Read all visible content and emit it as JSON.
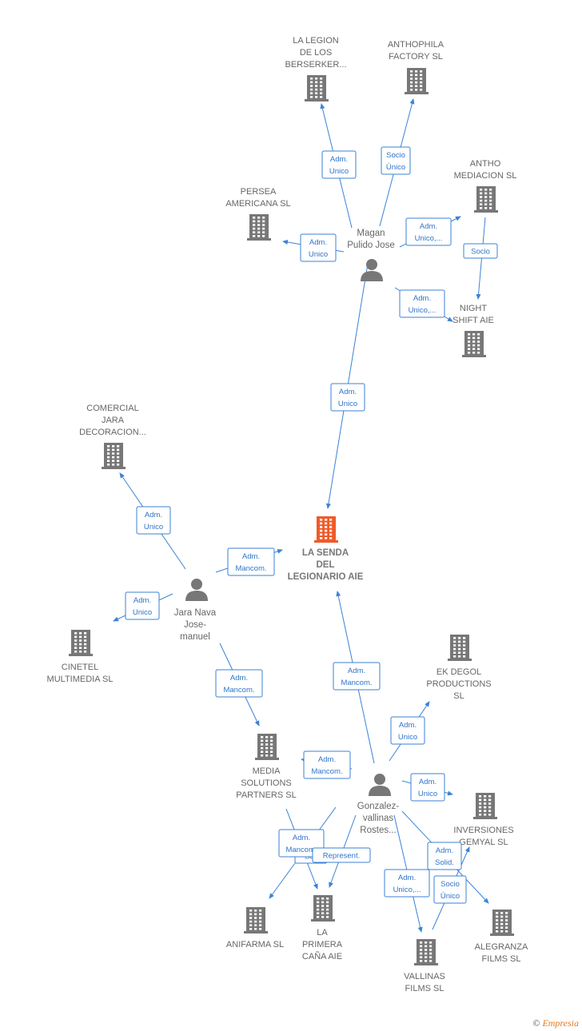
{
  "colors": {
    "edge": "#3b82d6",
    "building": "#777777",
    "focus": "#f05a28"
  },
  "nodes": [
    {
      "id": "legion",
      "type": "company",
      "label": [
        "LA LEGION",
        "DE LOS",
        "BERSERKER..."
      ]
    },
    {
      "id": "anthophila",
      "type": "company",
      "label": [
        "ANTHOPHILA",
        "FACTORY  SL"
      ]
    },
    {
      "id": "persea",
      "type": "company",
      "label": [
        "PERSEA",
        "AMERICANA SL"
      ]
    },
    {
      "id": "anthomed",
      "type": "company",
      "label": [
        "ANTHO",
        "MEDIACION  SL"
      ]
    },
    {
      "id": "magan",
      "type": "person",
      "label": [
        "Magan",
        "Pulido Jose"
      ]
    },
    {
      "id": "nightshift",
      "type": "company",
      "label": [
        "NIGHT",
        "SHIFT AIE"
      ]
    },
    {
      "id": "comercial",
      "type": "company",
      "label": [
        "COMERCIAL",
        "JARA",
        "DECORACION..."
      ]
    },
    {
      "id": "senda",
      "type": "focus",
      "label": [
        "LA SENDA",
        "DEL",
        "LEGIONARIO AIE"
      ]
    },
    {
      "id": "jara",
      "type": "person",
      "label": [
        "Jara Nava",
        "Jose-",
        "manuel"
      ]
    },
    {
      "id": "cinetel",
      "type": "company",
      "label": [
        "CINETEL",
        "MULTIMEDIA SL"
      ]
    },
    {
      "id": "ekdegol",
      "type": "company",
      "label": [
        "EK DEGOL",
        "PRODUCTIONS",
        "SL"
      ]
    },
    {
      "id": "mediasol",
      "type": "company",
      "label": [
        "MEDIA",
        "SOLUTIONS",
        "PARTNERS  SL"
      ]
    },
    {
      "id": "gonzalez",
      "type": "person",
      "label": [
        "Gonzalez-",
        "vallinas",
        "Rostes..."
      ]
    },
    {
      "id": "inversiones",
      "type": "company",
      "label": [
        "INVERSIONES",
        "GEMYAL  SL"
      ]
    },
    {
      "id": "anifarma",
      "type": "company",
      "label": [
        "ANIFARMA SL"
      ]
    },
    {
      "id": "primera",
      "type": "company",
      "label": [
        "LA",
        "PRIMERA",
        "CAÑA AIE"
      ]
    },
    {
      "id": "alegranza",
      "type": "company",
      "label": [
        "ALEGRANZA",
        "FILMS SL"
      ]
    },
    {
      "id": "vallinas",
      "type": "company",
      "label": [
        "VALLINAS",
        "FILMS  SL"
      ]
    }
  ],
  "edges": [
    {
      "from": "magan",
      "to": "legion",
      "label": [
        "Adm.",
        "Unico"
      ]
    },
    {
      "from": "magan",
      "to": "anthophila",
      "label": [
        "Socio",
        "Único"
      ]
    },
    {
      "from": "magan",
      "to": "persea",
      "label": [
        "Adm.",
        "Unico"
      ]
    },
    {
      "from": "magan",
      "to": "anthomed",
      "label": [
        "Adm.",
        "Unico,..."
      ]
    },
    {
      "from": "anthomed",
      "to": "nightshift",
      "label": [
        "Socio"
      ]
    },
    {
      "from": "magan",
      "to": "nightshift",
      "label": [
        "Adm.",
        "Unico,..."
      ]
    },
    {
      "from": "magan",
      "to": "senda",
      "label": [
        "Adm.",
        "Unico"
      ]
    },
    {
      "from": "jara",
      "to": "comercial",
      "label": [
        "Adm.",
        "Unico"
      ]
    },
    {
      "from": "jara",
      "to": "senda",
      "label": [
        "Adm.",
        "Mancom."
      ]
    },
    {
      "from": "jara",
      "to": "cinetel",
      "label": [
        "Adm.",
        "Unico"
      ]
    },
    {
      "from": "jara",
      "to": "mediasol",
      "label": [
        "Adm.",
        "Mancom."
      ]
    },
    {
      "from": "gonzalez",
      "to": "senda",
      "label": [
        "Adm.",
        "Mancom."
      ]
    },
    {
      "from": "gonzalez",
      "to": "ekdegol",
      "label": [
        "Adm.",
        "Unico"
      ]
    },
    {
      "from": "gonzalez",
      "to": "mediasol",
      "label": [
        "Adm.",
        "Mancom."
      ]
    },
    {
      "from": "gonzalez",
      "to": "inversiones",
      "label": [
        "Adm.",
        "Unico"
      ]
    },
    {
      "from": "mediasol",
      "to": "primera",
      "label": [
        "Soli"
      ]
    },
    {
      "from": "gonzalez",
      "to": "anifarma",
      "label": [
        "Adm.",
        "Mancom."
      ]
    },
    {
      "from": "gonzalez",
      "to": "primera",
      "label": [
        "Represent."
      ]
    },
    {
      "from": "gonzalez",
      "to": "vallinas",
      "label": [
        "Adm.",
        "Unico,..."
      ]
    },
    {
      "from": "vallinas",
      "to": "inversiones",
      "label": [
        "Adm.",
        "Solid."
      ]
    },
    {
      "from": "gonzalez",
      "to": "alegranza",
      "label": [
        "Socio",
        "Único"
      ]
    }
  ],
  "footer": {
    "symbol": "©",
    "brand": "Empresia"
  }
}
